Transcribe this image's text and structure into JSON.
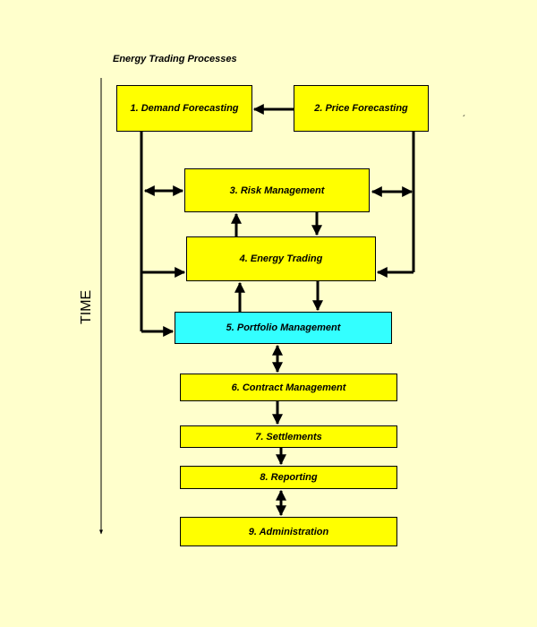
{
  "diagram": {
    "title": "Energy Trading Processes",
    "time_label": "TIME",
    "stray_mark": "´",
    "boxes": {
      "demand_forecasting": "1. Demand Forecasting",
      "price_forecasting": "2. Price Forecasting",
      "risk_management": "3. Risk Management",
      "energy_trading": "4. Energy Trading",
      "portfolio_management": "5. Portfolio Management",
      "contract_management": "6. Contract Management",
      "settlements": "7. Settlements",
      "reporting": "8. Reporting",
      "administration": "9. Administration"
    },
    "colors": {
      "background": "#ffffcc",
      "box_fill": "#ffff00",
      "highlight_fill": "#33ffff",
      "stroke": "#000000"
    }
  }
}
